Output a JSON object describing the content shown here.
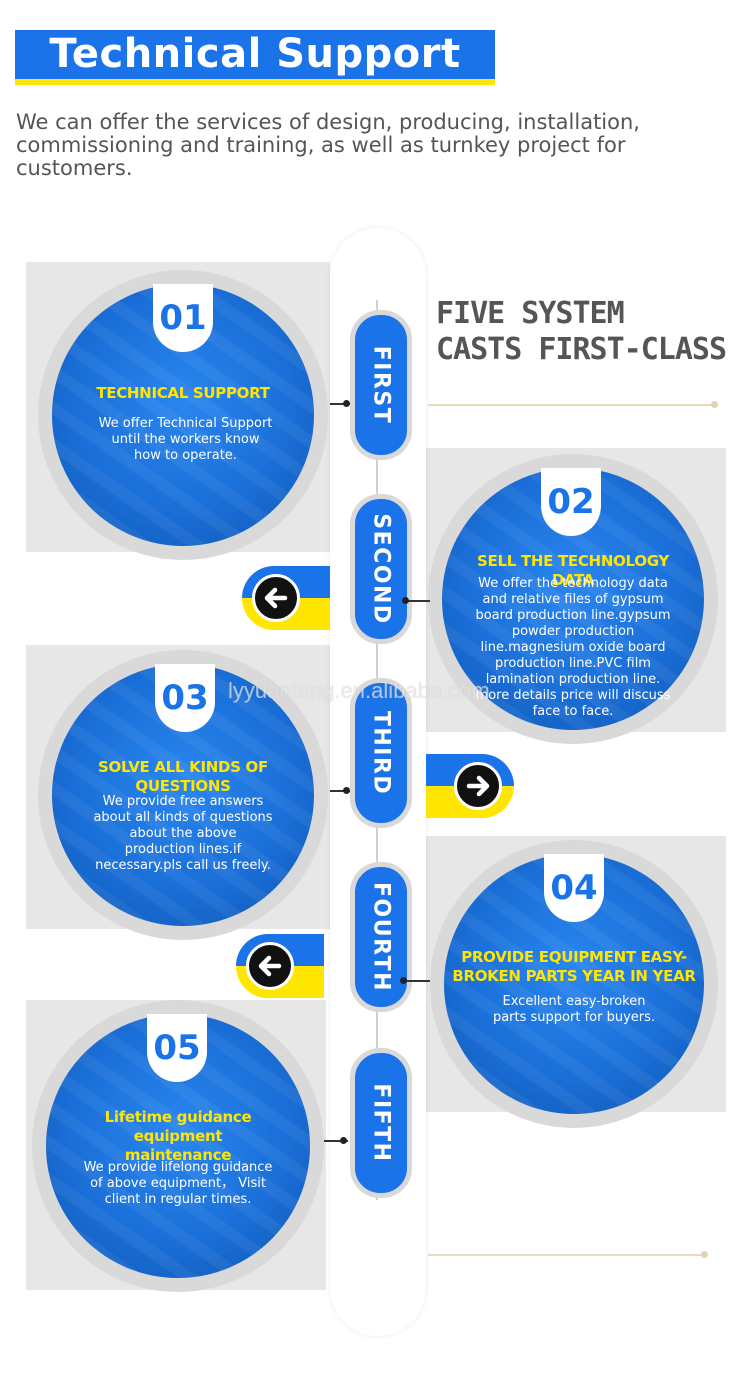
{
  "header": {
    "title": "Technical Support",
    "intro": "We can offer the services of design, producing, installation, commissioning and training, as well as turnkey project for customers."
  },
  "headline": {
    "line1": "FIVE SYSTEM",
    "line2": "CASTS FIRST-CLASS"
  },
  "steps": [
    {
      "label": "FIRST",
      "number": "01",
      "title": "TECHNICAL SUPPORT",
      "body": "We offer Technical Support until the workers know how to operate."
    },
    {
      "label": "SECOND",
      "number": "02",
      "title": "SELL THE TECHNOLOGY DATA",
      "body": "We offer the technology data and relative files of gypsum board production line.gypsum powder production line.magnesium oxide board production line.PVC film lamination production line. more details price will discuss face to face."
    },
    {
      "label": "THIRD",
      "number": "03",
      "title": "SOLVE ALL KINDS OF QUESTIONS",
      "body": "We provide free answers about all kinds of questions about the above production lines.if necessary.pls call us freely."
    },
    {
      "label": "FOURTH",
      "number": "04",
      "title": "PROVIDE EQUIPMENT EASY-BROKEN PARTS YEAR IN YEAR",
      "body": "Excellent easy-broken parts support for buyers."
    },
    {
      "label": "FIFTH",
      "number": "05",
      "title": "Lifetime guidance equipment maintenance",
      "body": "We provide lifelong guidance of above equipment， Visit client in regular times."
    }
  ],
  "watermark": "lyyuanteng.en.alibaba.com",
  "icons": {
    "left_arrow": "arrow-left-icon",
    "right_arrow": "arrow-right-icon"
  },
  "colors": {
    "brand_blue": "#1a73e8",
    "accent_yellow": "#ffe600",
    "grey": "#e7e7e7"
  }
}
